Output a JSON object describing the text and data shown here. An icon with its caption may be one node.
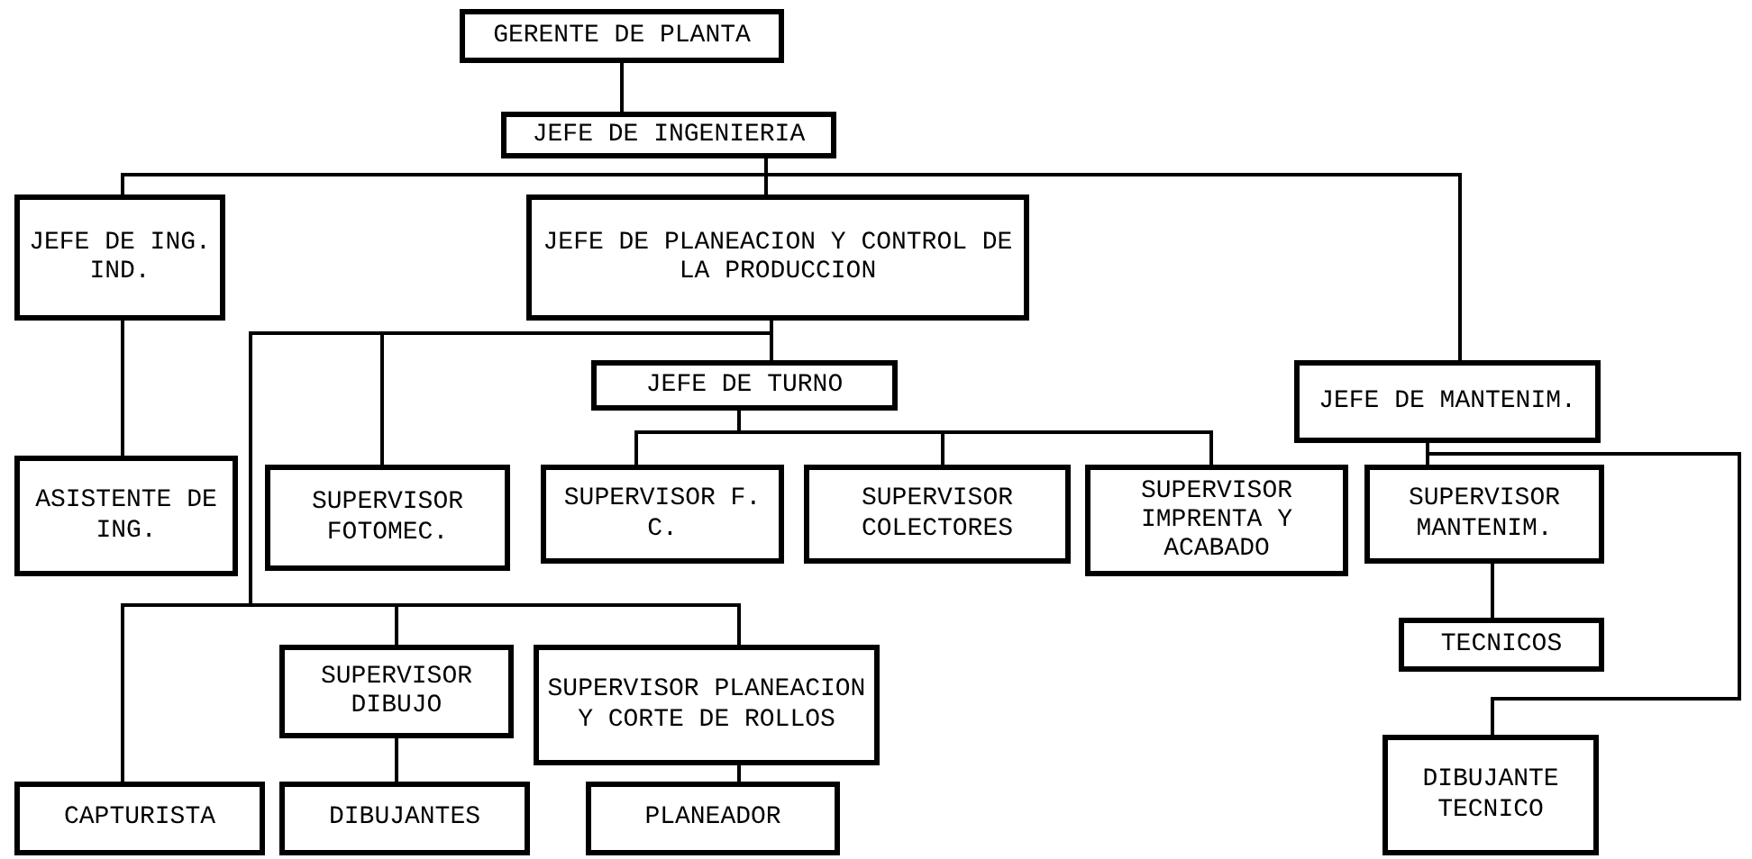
{
  "diagram": {
    "nodes": [
      {
        "text": [
          "GERENTE DE PLANTA"
        ]
      },
      {
        "text": [
          "JEFE DE INGENIERIA"
        ]
      },
      {
        "text": [
          "JEFE DE ING. IND."
        ]
      },
      {
        "text": [
          "JEFE DE PLANEACION Y CONTROL DE LA PRODUCCION"
        ]
      },
      {
        "text": [
          "JEFE DE TURNO"
        ]
      },
      {
        "text": [
          "JEFE DE MANTENIM."
        ]
      },
      {
        "text": [
          "ASISTENTE DE ING."
        ]
      },
      {
        "text": [
          "SUPERVISOR FOTOMEC."
        ]
      },
      {
        "text": [
          "SUPERVISOR F. C."
        ]
      },
      {
        "text": [
          "SUPERVISOR COLECTORES"
        ]
      },
      {
        "text": [
          "SUPERVISOR IMPRENTA Y ACABADO"
        ]
      },
      {
        "text": [
          "SUPERVISOR MANTENIM."
        ]
      },
      {
        "text": [
          "SUPERVISOR DIBUJO"
        ]
      },
      {
        "text": [
          "SUPERVISOR PLANEACION Y CORTE DE ROLLOS"
        ]
      },
      {
        "text": [
          "TECNICOS"
        ]
      },
      {
        "text": [
          "CAPTURISTA"
        ]
      },
      {
        "text": [
          "DIBUJANTES"
        ]
      },
      {
        "text": [
          "PLANEADOR"
        ]
      },
      {
        "text": [
          "DIBUJANTE TECNICO"
        ]
      }
    ],
    "edges": [
      {
        "from": 0,
        "to": 1,
        "arrow": "none"
      },
      {
        "from": 1,
        "to": 2,
        "arrow": "none"
      },
      {
        "from": 1,
        "to": 3,
        "arrow": "none"
      },
      {
        "from": 1,
        "to": 5,
        "arrow": "none"
      },
      {
        "from": 2,
        "to": 6,
        "arrow": "none"
      },
      {
        "from": 3,
        "to": 7,
        "arrow": "none"
      },
      {
        "from": 3,
        "to": 4,
        "arrow": "none"
      },
      {
        "from": 3,
        "to": 15,
        "arrow": "none"
      },
      {
        "from": 3,
        "to": 12,
        "arrow": "none"
      },
      {
        "from": 3,
        "to": 13,
        "arrow": "none"
      },
      {
        "from": 4,
        "to": 8,
        "arrow": "none"
      },
      {
        "from": 4,
        "to": 9,
        "arrow": "none"
      },
      {
        "from": 4,
        "to": 10,
        "arrow": "none"
      },
      {
        "from": 5,
        "to": 11,
        "arrow": "none"
      },
      {
        "from": 5,
        "to": 18,
        "arrow": "none"
      },
      {
        "from": 11,
        "to": 14,
        "arrow": "none"
      },
      {
        "from": 12,
        "to": 16,
        "arrow": "none"
      },
      {
        "from": 13,
        "to": 17,
        "arrow": "none"
      }
    ]
  }
}
